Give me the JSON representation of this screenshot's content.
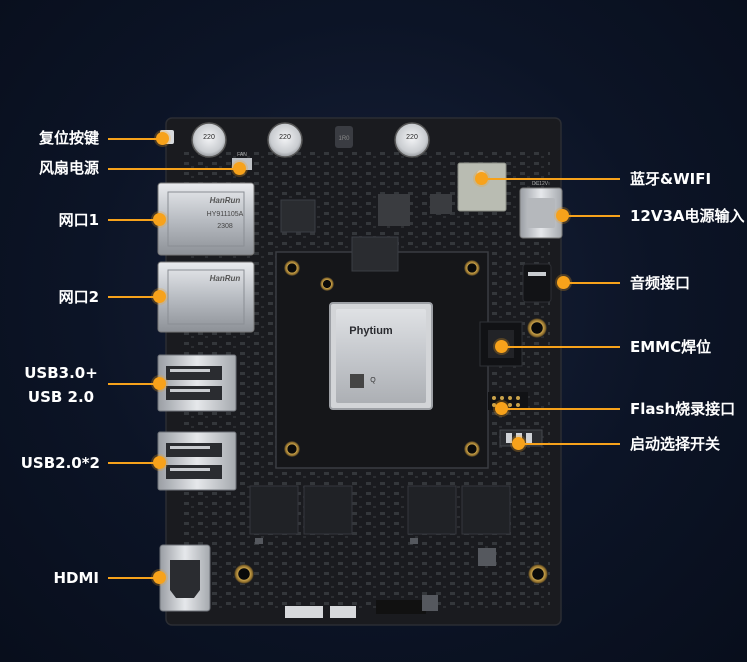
{
  "labels": {
    "left": [
      {
        "id": "reset",
        "text": "复位按键"
      },
      {
        "id": "fan",
        "text": "风扇电源"
      },
      {
        "id": "eth1",
        "text": "网口1"
      },
      {
        "id": "eth2",
        "text": "网口2"
      },
      {
        "id": "usb30",
        "text": "USB3.0+"
      },
      {
        "id": "usb20",
        "text": "USB 2.0"
      },
      {
        "id": "usb2x2",
        "text": "USB2.0*2"
      },
      {
        "id": "hdmi",
        "text": "HDMI"
      }
    ],
    "right": [
      {
        "id": "bt",
        "text": "蓝牙&WIFI"
      },
      {
        "id": "power",
        "text": "12V3A电源输入"
      },
      {
        "id": "audio",
        "text": "音频接口"
      },
      {
        "id": "emmc",
        "text": "EMMC焊位"
      },
      {
        "id": "flash",
        "text": "Flash烧录接口"
      },
      {
        "id": "boot",
        "text": "启动选择开关"
      }
    ]
  },
  "board": {
    "cpu_brand": "Phytium",
    "cpu_model": "Q",
    "eth_brand": "HanRun",
    "eth_model": "HY911105A",
    "eth_code": "2308",
    "cap_value": "220",
    "inductor_text": "1R0",
    "dc_label": "DC12V",
    "fan_label": "FAN"
  },
  "colors": {
    "accent": "#f7a21b",
    "pcb": "#1a1b1f",
    "background": "#0c1426"
  }
}
